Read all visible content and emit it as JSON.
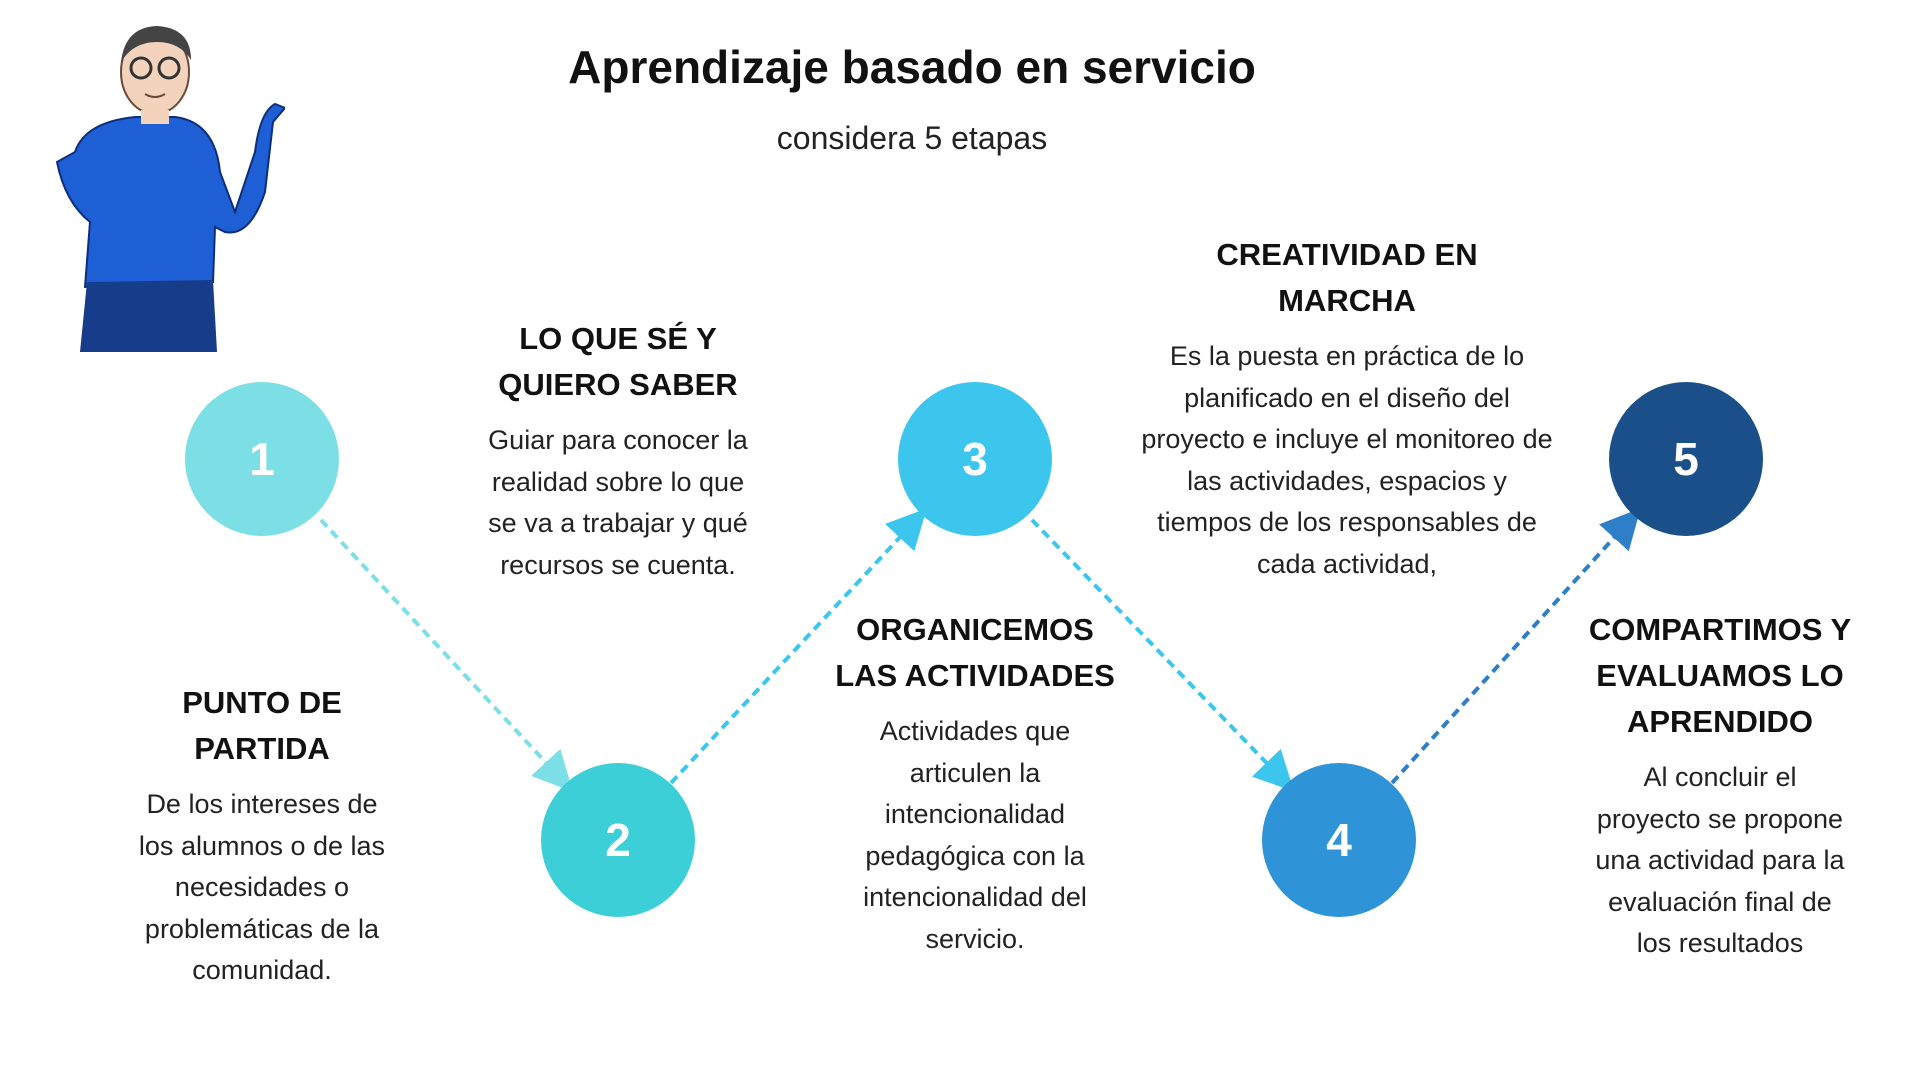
{
  "header": {
    "title": "Aprendizaje basado en servicio",
    "subtitle": "considera 5 etapas"
  },
  "steps": [
    {
      "number": "1",
      "title": "PUNTO DE PARTIDA",
      "body": "De los intereses de los alumnos o de las necesidades o problemáticas de la comunidad.",
      "color": "#7ddfe6"
    },
    {
      "number": "2",
      "title": "LO QUE SÉ Y QUIERO SABER",
      "body": "Guiar para conocer la realidad sobre lo que se va a trabajar y qué recursos se cuenta.",
      "color": "#3dcfd8"
    },
    {
      "number": "3",
      "title": "ORGANICEMOS LAS ACTIVIDADES",
      "body": "Actividades que articulen la intencionalidad pedagógica con la intencionalidad del servicio.",
      "color": "#3cc6ee"
    },
    {
      "number": "4",
      "title": "CREATIVIDAD EN MARCHA",
      "body": "Es la puesta en práctica de lo planificado en el diseño del proyecto e incluye el monitoreo de las actividades, espacios y tiempos de los responsables de cada actividad,",
      "color": "#2f93d8"
    },
    {
      "number": "5",
      "title": "COMPARTIMOS Y EVALUAMOS LO APRENDIDO",
      "body": "Al concluir el proyecto se propone una actividad para la evaluación final de los resultados",
      "color": "#1a4f8a"
    }
  ]
}
